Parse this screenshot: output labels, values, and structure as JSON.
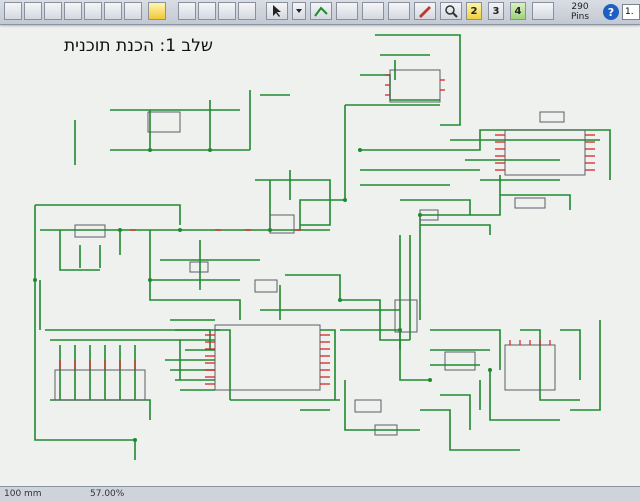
{
  "toolbar": {
    "layers": [
      "2",
      "3",
      "4"
    ],
    "pins_value": "290",
    "pins_label": "Pins",
    "help_label": "?",
    "zoom_select": "1."
  },
  "canvas": {
    "title_text": "שלב 1: הכנת תוכנית"
  },
  "statusbar": {
    "left": "100 mm",
    "zoom": "57.00%"
  },
  "colors": {
    "wire": "#1f8a2e",
    "pin": "#d42020",
    "component": "#5a5e66",
    "background": "#eef1ee",
    "toolbar": "#cdd2da"
  },
  "icons": [
    "pointer-icon",
    "wire-tool-icon",
    "dropdown-arrow-icon",
    "zoom-icon",
    "help-icon"
  ]
}
